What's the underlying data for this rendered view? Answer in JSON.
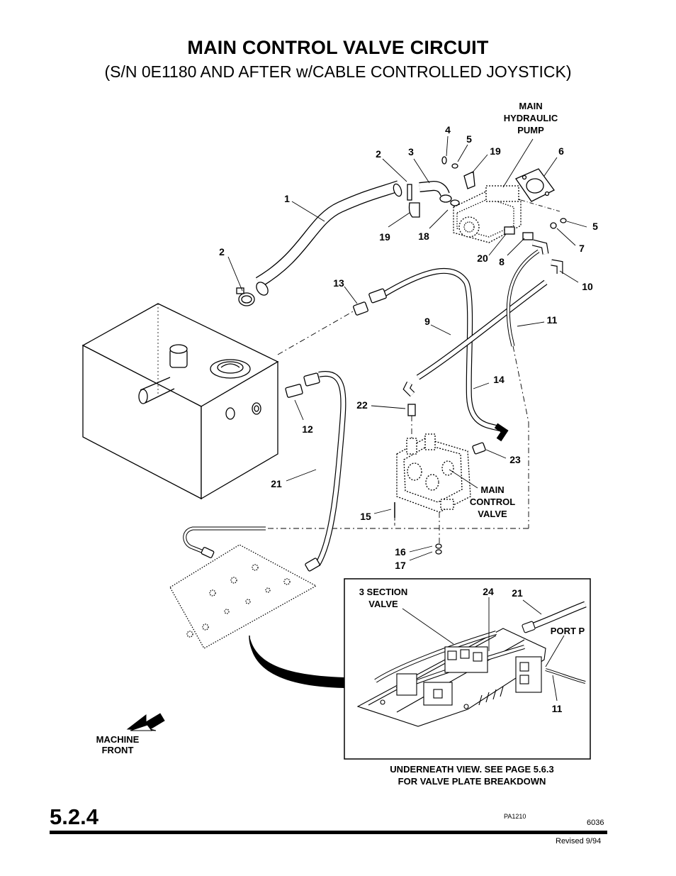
{
  "title": "MAIN CONTROL VALVE CIRCUIT",
  "subtitle": "(S/N 0E1180 AND AFTER w/CABLE CONTROLLED JOYSTICK)",
  "labels": {
    "main_hydraulic_pump": [
      "MAIN",
      "HYDRAULIC",
      "PUMP"
    ],
    "main_control_valve": [
      "MAIN",
      "CONTROL",
      "VALVE"
    ],
    "machine_front": [
      "MACHINE",
      "FRONT"
    ],
    "three_section_valve": [
      "3 SECTION",
      "VALVE"
    ],
    "port_p": "PORT P"
  },
  "callouts": {
    "c1": "1",
    "c2a": "2",
    "c2b": "2",
    "c3": "3",
    "c4": "4",
    "c5a": "5",
    "c5b": "5",
    "c6": "6",
    "c7": "7",
    "c8": "8",
    "c9": "9",
    "c10": "10",
    "c11a": "11",
    "c11b": "11",
    "c12": "12",
    "c13": "13",
    "c14": "14",
    "c15": "15",
    "c16": "16",
    "c17": "17",
    "c18": "18",
    "c19a": "19",
    "c19b": "19",
    "c20": "20",
    "c21a": "21",
    "c21b": "21",
    "c22": "22",
    "c23": "23",
    "c24": "24"
  },
  "inset_caption": [
    "UNDERNEATH VIEW.  SEE PAGE 5.6.3",
    "FOR VALVE PLATE BREAKDOWN"
  ],
  "footer": {
    "page_number": "5.2.4",
    "pa_code": "PA1210",
    "doc_code": "6036",
    "revised": "Revised 9/94"
  }
}
